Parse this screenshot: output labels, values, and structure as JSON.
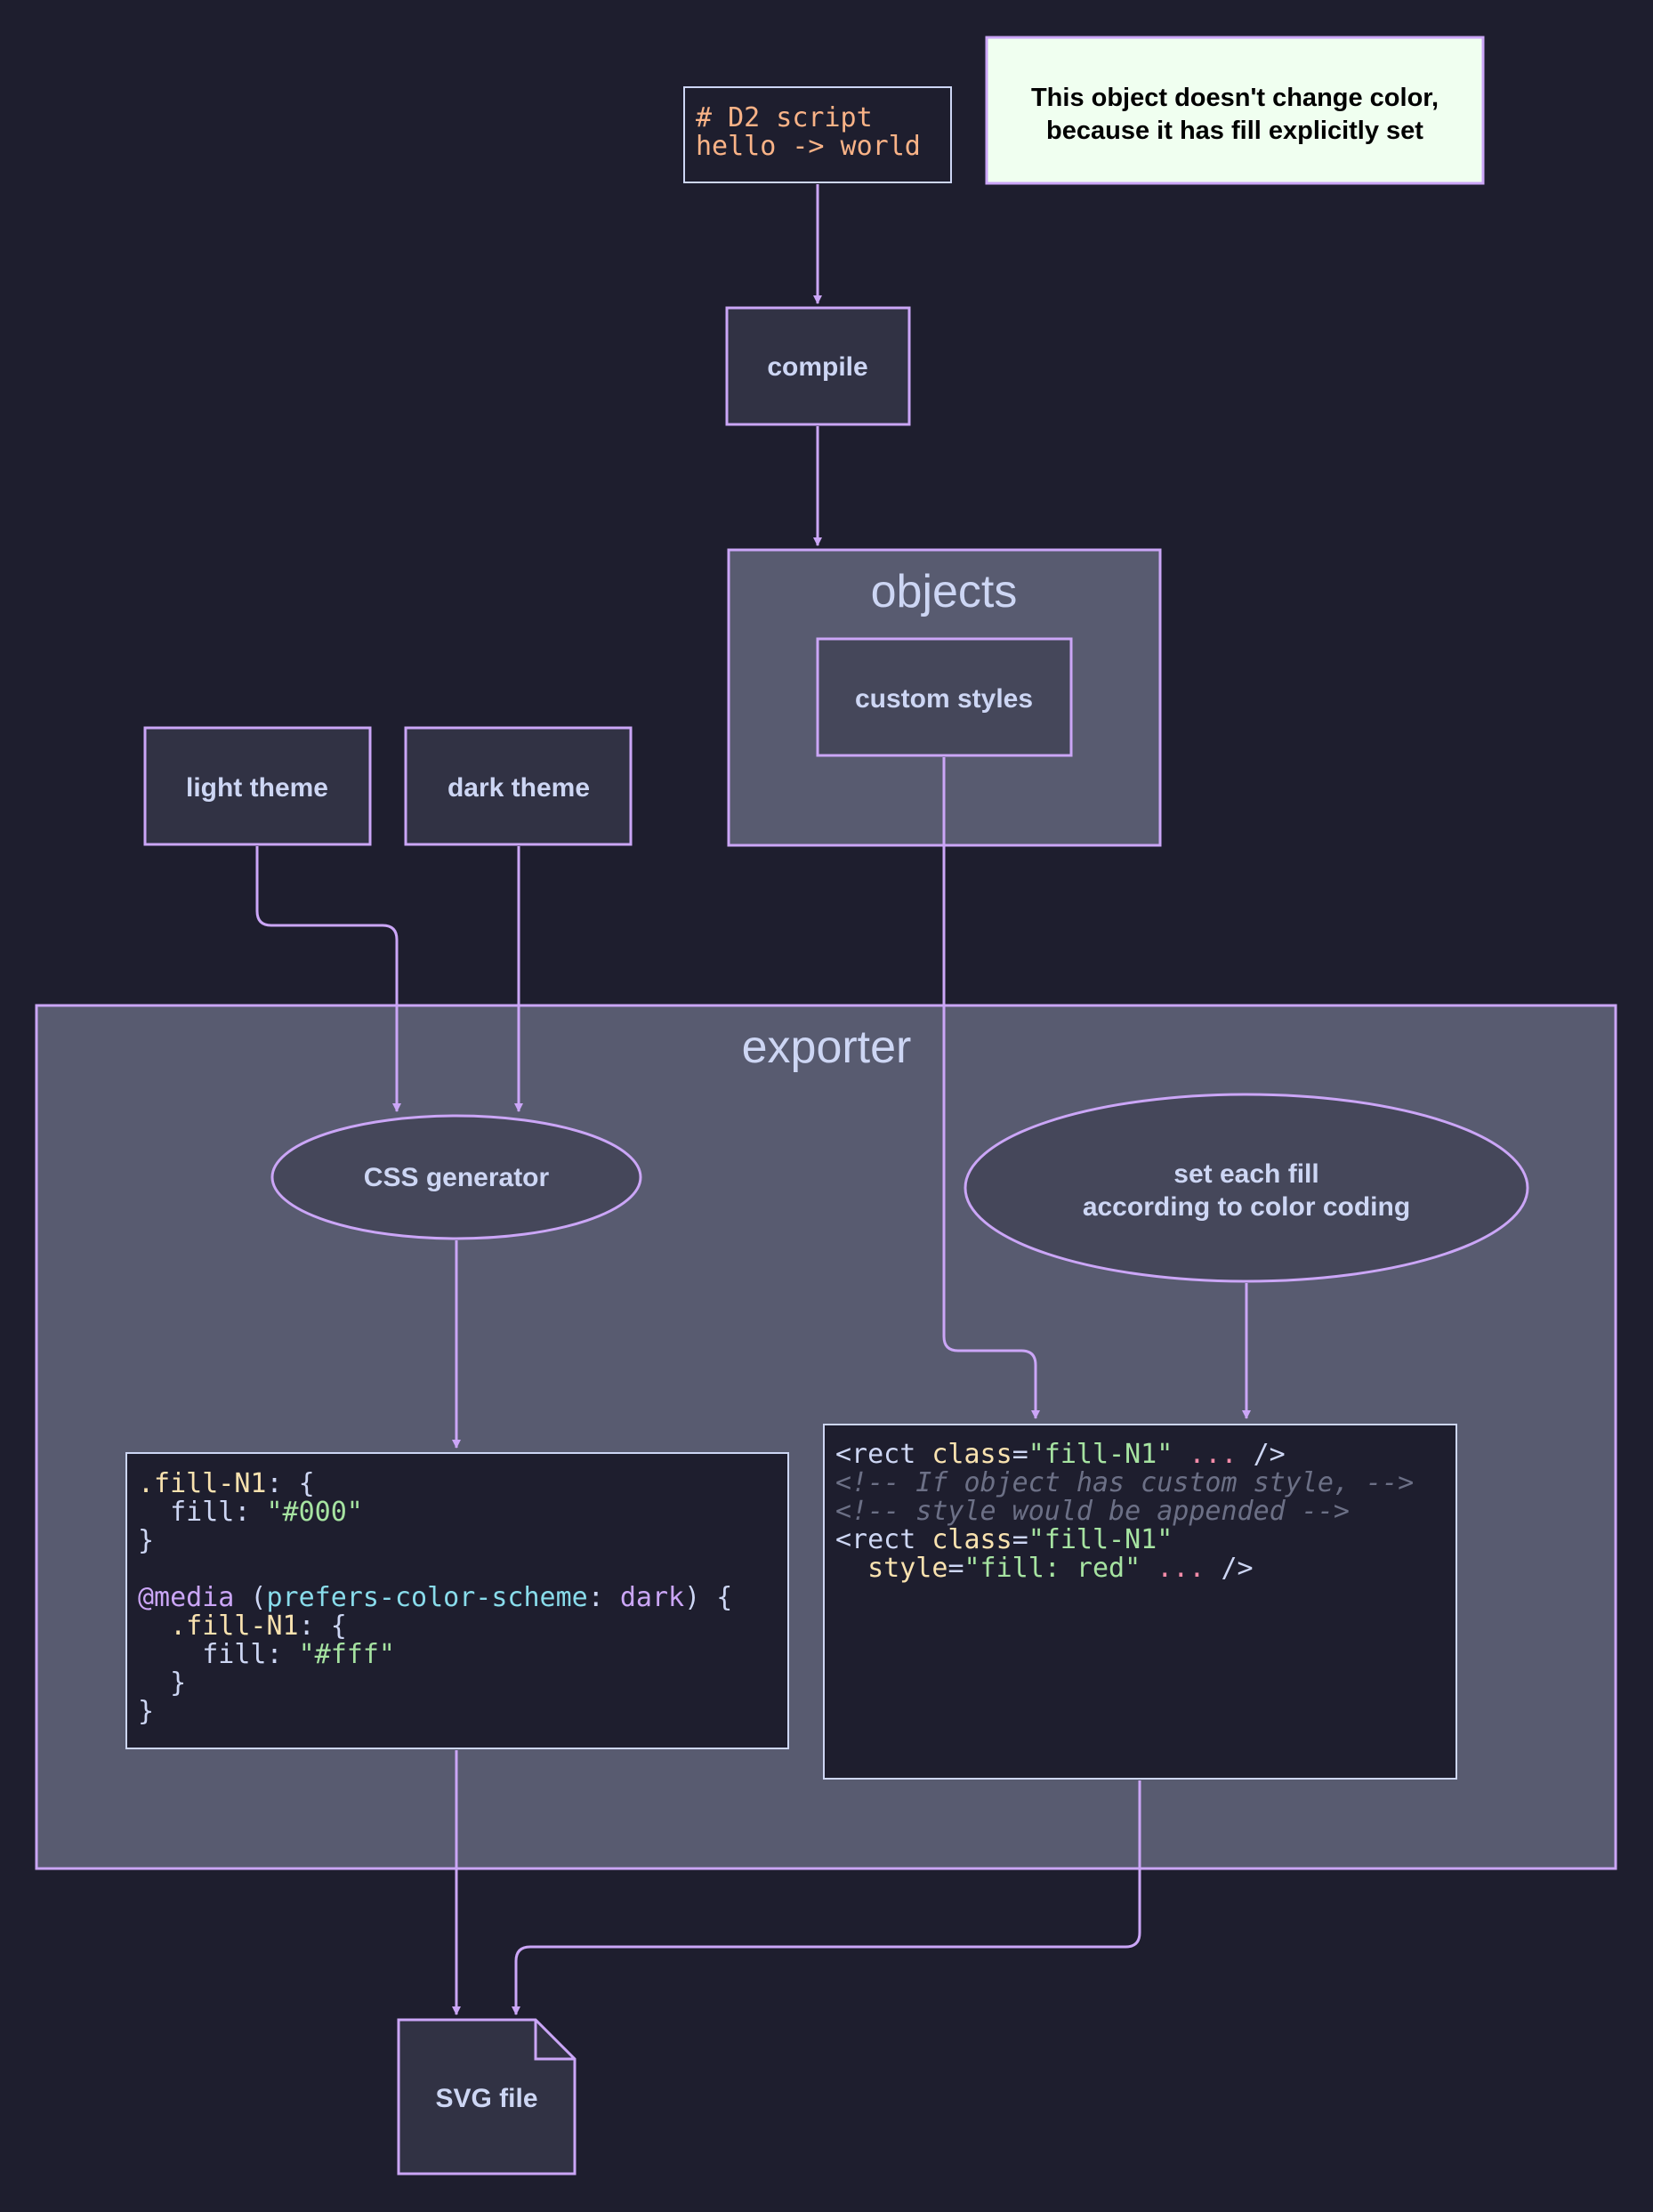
{
  "nodes": {
    "d2_script": {
      "lines": [
        [
          {
            "t": "# D2 script",
            "c": "#fab387"
          }
        ],
        [
          {
            "t": "hello -> world",
            "c": "#fab387"
          }
        ]
      ]
    },
    "note": {
      "line1": "This object doesn't change color,",
      "line2": "because it has fill explicitly set"
    },
    "compile": {
      "label": "compile"
    },
    "objects": {
      "label": "objects"
    },
    "custom_styles": {
      "label": "custom styles"
    },
    "light_theme": {
      "label": "light theme"
    },
    "dark_theme": {
      "label": "dark theme"
    },
    "exporter": {
      "label": "exporter"
    },
    "css_generator": {
      "label": "CSS generator"
    },
    "set_fill": {
      "line1": "set each fill",
      "line2": "according to color coding"
    },
    "css_code": {
      "lines": [
        [
          {
            "t": ".fill-N1",
            "c": "#f9e2af"
          },
          {
            "t": ": {",
            "c": "#cdd6f4"
          }
        ],
        [
          {
            "t": "  fill",
            "c": "#cdd6f4"
          },
          {
            "t": ": ",
            "c": "#cdd6f4"
          },
          {
            "t": "\"#000\"",
            "c": "#a6e3a1"
          }
        ],
        [
          {
            "t": "}",
            "c": "#cdd6f4"
          }
        ],
        [],
        [
          {
            "t": "@media",
            "c": "#cba6f7"
          },
          {
            "t": " (",
            "c": "#cdd6f4"
          },
          {
            "t": "prefers-color-scheme",
            "c": "#89dceb"
          },
          {
            "t": ": ",
            "c": "#cdd6f4"
          },
          {
            "t": "dark",
            "c": "#cba6f7"
          },
          {
            "t": ") {",
            "c": "#cdd6f4"
          }
        ],
        [
          {
            "t": "  .fill-N1",
            "c": "#f9e2af"
          },
          {
            "t": ": {",
            "c": "#cdd6f4"
          }
        ],
        [
          {
            "t": "    fill",
            "c": "#cdd6f4"
          },
          {
            "t": ": ",
            "c": "#cdd6f4"
          },
          {
            "t": "\"#fff\"",
            "c": "#a6e3a1"
          }
        ],
        [
          {
            "t": "  }",
            "c": "#cdd6f4"
          }
        ],
        [
          {
            "t": "}",
            "c": "#cdd6f4"
          }
        ]
      ]
    },
    "svg_code": {
      "lines": [
        [
          {
            "t": "<rect ",
            "c": "#cdd6f4"
          },
          {
            "t": "class",
            "c": "#f9e2af"
          },
          {
            "t": "=",
            "c": "#cdd6f4"
          },
          {
            "t": "\"fill-N1\"",
            "c": "#a6e3a1"
          },
          {
            "t": " ... ",
            "c": "#f38ba8"
          },
          {
            "t": "/>",
            "c": "#cdd6f4"
          }
        ],
        [
          {
            "t": "<!-- If object has custom style, -->",
            "c": "#6c7086",
            "i": true
          }
        ],
        [
          {
            "t": "<!-- style would be appended -->",
            "c": "#6c7086",
            "i": true
          }
        ],
        [
          {
            "t": "<rect ",
            "c": "#cdd6f4"
          },
          {
            "t": "class",
            "c": "#f9e2af"
          },
          {
            "t": "=",
            "c": "#cdd6f4"
          },
          {
            "t": "\"fill-N1\"",
            "c": "#a6e3a1"
          }
        ],
        [
          {
            "t": "  style",
            "c": "#f9e2af"
          },
          {
            "t": "=",
            "c": "#cdd6f4"
          },
          {
            "t": "\"fill: red\"",
            "c": "#a6e3a1"
          },
          {
            "t": " ... ",
            "c": "#f38ba8"
          },
          {
            "t": "/>",
            "c": "#cdd6f4"
          }
        ]
      ]
    },
    "svg_file": {
      "label": "SVG file"
    }
  },
  "colors": {
    "background": "#1e1e2e",
    "node_fill": "#313244",
    "container_fill": "#585b70",
    "ellipse_fill": "#45475a",
    "stroke": "#cba6f7",
    "text": "#cdd6f4",
    "code_bg": "#1e1e2e",
    "note_fill": "#f0fff0"
  }
}
